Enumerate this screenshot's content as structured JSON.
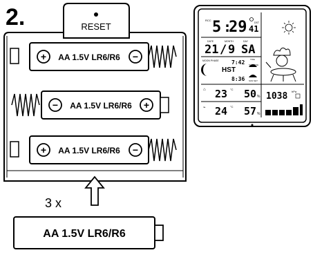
{
  "step": {
    "number": "2."
  },
  "reset": {
    "label": "RESET"
  },
  "batteries": {
    "label": "AA 1.5V LR6/R6",
    "plus": "+",
    "minus": "−"
  },
  "quantity": {
    "label": "3 x"
  },
  "loose_battery": {
    "label": "AA 1.5V LR6/R6"
  },
  "station": {
    "rcc": "RCC",
    "time_hours": "5",
    "time_minutes": "29",
    "time_seconds": "41",
    "dst": "DST",
    "date_labels": {
      "date": "DATE",
      "month": "MONTH",
      "day": "DAY"
    },
    "date_day": "21",
    "date_month": "9",
    "weekday": "SA",
    "moon_phase": "MOON PHASE",
    "sunrise": "7:42",
    "hst": "HST",
    "sunset": "8:36",
    "tide_label": "TIDE",
    "sun_rise_label": "SUN RISE",
    "sun_set_label": "SUN SET",
    "in_temp": "23",
    "in_humidity": "50",
    "out_temp": "24",
    "out_humidity": "57",
    "pressure": "1038",
    "pressure_unit": "hPa",
    "temp_unit": "°C",
    "humidity_unit": "%"
  }
}
